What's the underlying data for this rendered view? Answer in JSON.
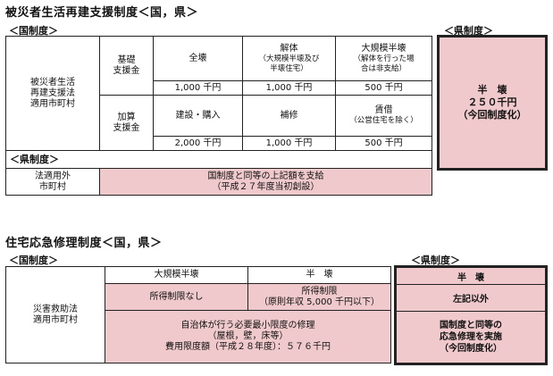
{
  "section1": {
    "title": "被災者生活再建支援制度＜国，県＞",
    "national_tag": "＜国制度＞",
    "prefecture_tag": "＜県制度＞",
    "applicable_label": [
      "被災者生活",
      "再建支援法",
      "適用市町村"
    ],
    "basic_label": [
      "基礎",
      "支援金"
    ],
    "basic_headers": [
      {
        "main": "全壊",
        "sub": []
      },
      {
        "main": "解体",
        "sub": [
          "（大規模半壊及び",
          "半壊住宅）"
        ]
      },
      {
        "main": "大規模半壊",
        "sub": [
          "（解体を行った場",
          "合は非支給）"
        ]
      }
    ],
    "basic_values": [
      "1,000 千円",
      "1,000 千円",
      "500 千円"
    ],
    "added_label": [
      "加算",
      "支援金"
    ],
    "added_headers": [
      {
        "main": "建設・購入",
        "sub": []
      },
      {
        "main": "補修",
        "sub": []
      },
      {
        "main": "賃借",
        "sub": [
          "（公営住宅を除く）"
        ]
      }
    ],
    "added_values": [
      "2,000 千円",
      "1,000 千円",
      "500 千円"
    ],
    "non_applicable_label": [
      "法適用外",
      "市町村"
    ],
    "non_applicable_text": [
      "国制度と同等の上記額を支給",
      "（平成２７年度当初創設）"
    ],
    "pref_panel_tag": "＜県制度＞",
    "pref_panel_text": [
      "半　壊",
      "２５０千円",
      "（今回制度化）"
    ]
  },
  "section2": {
    "title": "住宅応急修理制度＜国，県＞",
    "national_tag": "＜国制度＞",
    "applicable_label": [
      "災害救助法",
      "適用市町村"
    ],
    "col_headers": [
      "大規模半壊",
      "半　壊"
    ],
    "income_cells": [
      "所得制限なし",
      "所得制限",
      "（原則年収 5,000 千円以下）"
    ],
    "repair_text": [
      "自治体が行う必要最小限度の修理",
      "（屋根，壁，床等）",
      "費用限度額（平成２８年度）：５７６千円"
    ],
    "pref_panel_tag": "＜県制度＞",
    "pref_rows": [
      [
        "半　壊"
      ],
      [
        "左記以外"
      ],
      [
        "国制度と同等の",
        "応急修理を実施",
        "（今回制度化）"
      ]
    ]
  }
}
